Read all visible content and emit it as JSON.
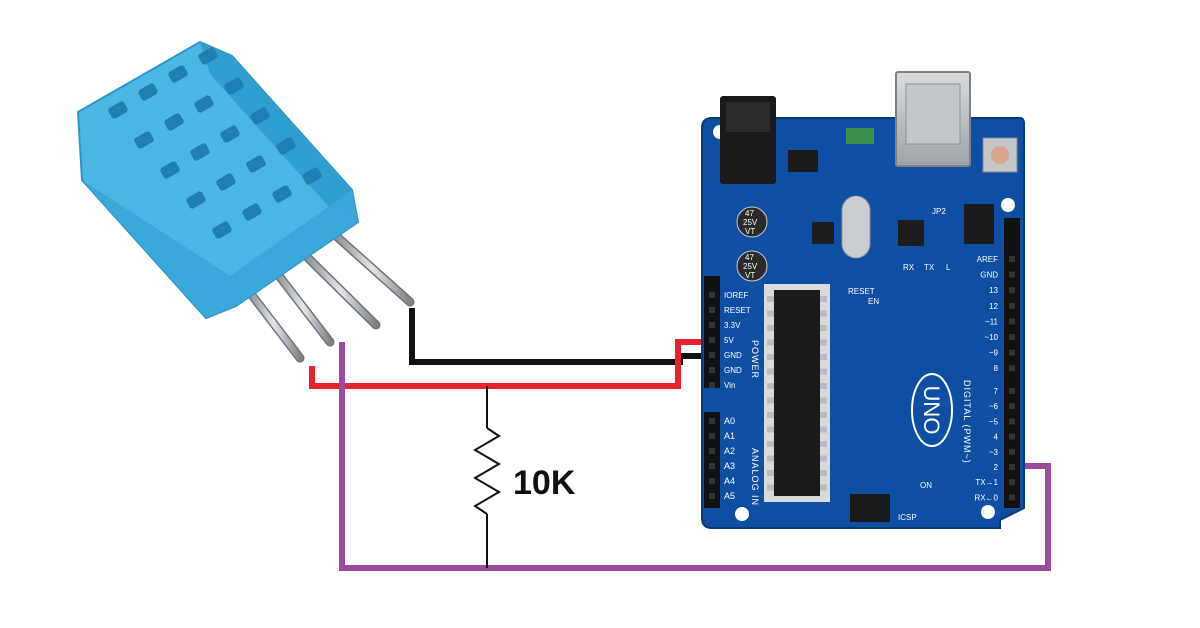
{
  "resistor": {
    "label": "10K"
  },
  "wire_colors": {
    "power": "#e8222a",
    "ground": "#111111",
    "data": "#9b4a9c"
  },
  "board": {
    "logo": "UNO",
    "power_header_title": "POWER",
    "analog_header_title": "ANALOG IN",
    "power_pins": [
      "IOREF",
      "RESET",
      "3.3V",
      "5V",
      "GND",
      "GND",
      "Vin"
    ],
    "analog_pins": [
      "A0",
      "A1",
      "A2",
      "A3",
      "A4",
      "A5"
    ],
    "digital_title": "DIGITAL (PWM~)",
    "digital_pins_top": [
      "AREF",
      "GND",
      "13",
      "12",
      "~11",
      "~10",
      "~9",
      "8"
    ],
    "digital_pins_bottom": [
      "7",
      "~6",
      "~5",
      "4",
      "~3",
      "2",
      "TX→1",
      "RX←0"
    ],
    "small_labels": {
      "reset": "RESET",
      "en": "EN",
      "rx": "RX",
      "tx": "TX",
      "l": "L",
      "on": "ON",
      "jp2": "JP2",
      "icsp": "ICSP"
    },
    "cap_text": [
      "47",
      "25V",
      "VT"
    ]
  },
  "sensor": {
    "color": "#4bb7e5",
    "pin_count": 4
  }
}
